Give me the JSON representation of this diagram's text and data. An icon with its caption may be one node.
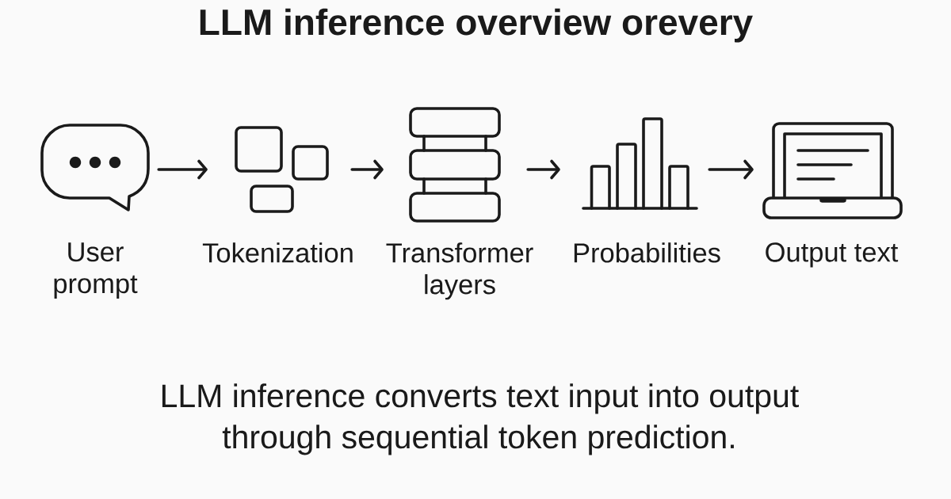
{
  "diagram": {
    "title": "LLM inference overview orevery",
    "nodes": [
      {
        "text": [
          "User prompt"
        ]
      },
      {
        "text": [
          "Tokenization"
        ]
      },
      {
        "text": [
          "Transformer layers"
        ]
      },
      {
        "text": [
          "Probabilities"
        ]
      },
      {
        "text": [
          "Output text"
        ]
      }
    ],
    "edges": [
      {
        "from": 0,
        "to": 1,
        "arrow": "to"
      },
      {
        "from": 1,
        "to": 2,
        "arrow": "to"
      },
      {
        "from": 2,
        "to": 3,
        "arrow": "to"
      },
      {
        "from": 3,
        "to": 4,
        "arrow": "to"
      }
    ],
    "caption": "LLM inference converts text input into output through sequential token prediction."
  }
}
